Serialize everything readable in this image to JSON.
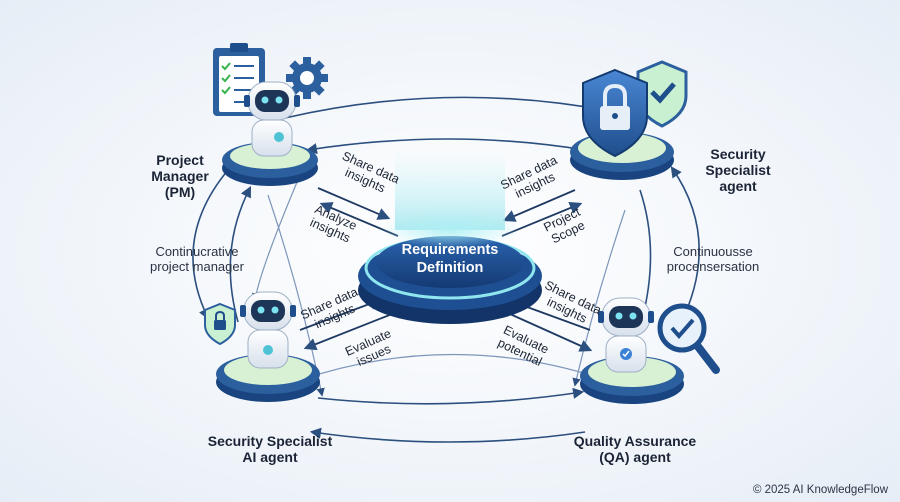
{
  "center": {
    "line1": "Requirements",
    "line2": "Definition"
  },
  "agents": {
    "pm": {
      "line1": "Project",
      "line2": "Manager",
      "line3": "(PM)"
    },
    "security_top": {
      "line1": "Security",
      "line2": "Specialist",
      "line3": "agent"
    },
    "security_bottom": {
      "line1": "Security Specialist",
      "line2": "AI agent"
    },
    "qa": {
      "line1": "Quality Assurance",
      "line2": "(QA) agent"
    }
  },
  "side_notes": {
    "left": {
      "line1": "Continucrative",
      "line2": "project manager"
    },
    "right": {
      "line1": "Continuousse",
      "line2": "procensersation"
    }
  },
  "arrow_labels": {
    "pm_share": {
      "line1": "Share data",
      "line2": "insights"
    },
    "pm_analyze": {
      "line1": "Analyze",
      "line2": "insights"
    },
    "sec_share": {
      "line1": "Share data",
      "line2": "insights"
    },
    "sec_scope": {
      "line1": "Project",
      "line2": "Scope"
    },
    "ss_share": {
      "line1": "Share data",
      "line2": "insights"
    },
    "ss_evaluate": {
      "line1": "Evaluate",
      "line2": "issues"
    },
    "qa_share": {
      "line1": "Share data",
      "line2": "insights"
    },
    "qa_evaluate": {
      "line1": "Evaluate",
      "line2": "potential"
    }
  },
  "icons": {
    "pm": [
      "clipboard-checklist-icon",
      "gear-icon",
      "robot-icon"
    ],
    "security_top": [
      "padlock-shield-icon",
      "checkmark-shield-icon"
    ],
    "security_bottom": [
      "padlock-shield-icon",
      "robot-icon"
    ],
    "qa": [
      "magnifier-check-icon",
      "robot-icon"
    ]
  },
  "colors": {
    "accent": "#2c5f9e",
    "platform": "#1f4e8c",
    "arrow": "#2b4f7e",
    "platform_glow": "#d8f0d4",
    "center_glow": "#7fe0ea"
  },
  "footer": {
    "copyright": "© 2025 AI KnowledgeFlow"
  }
}
